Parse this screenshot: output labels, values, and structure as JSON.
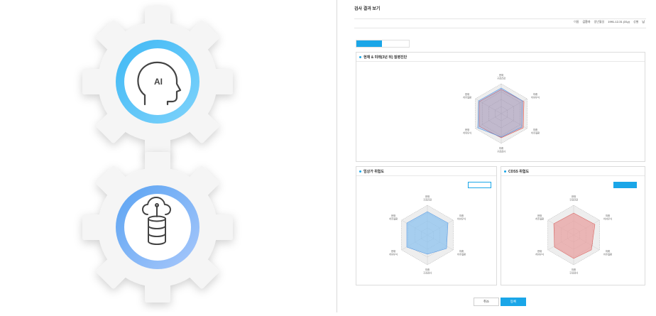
{
  "left": {
    "ai_label": "AI"
  },
  "panel": {
    "title": "검사 결과 보기",
    "info": {
      "name_label": "이름",
      "name_value": "김환자",
      "birth_label": "생년월일",
      "birth_value": "1991-12-31 (31y)",
      "gender_label": "성별",
      "gender_value": "남"
    },
    "cards": {
      "main_title": "현재 & 미래(3년 뒤) 질병진단",
      "clinical_title": "임상가 위험도",
      "cdss_title": "CDSS 위험도"
    },
    "radar_labels": {
      "top": [
        "현재",
        "구강건강"
      ],
      "upper_right": [
        "미래",
        "치아우식"
      ],
      "lower_right": [
        "미래",
        "치주질환"
      ],
      "bottom": [
        "미래",
        "구강검사"
      ],
      "lower_left": [
        "현재",
        "치아우식"
      ],
      "upper_left": [
        "현재",
        "치주질환"
      ]
    },
    "buttons": {
      "cancel": "취소",
      "ok": "등록"
    },
    "colors": {
      "accent": "#1aa6e8",
      "main_red": "#d9534f",
      "main_blue": "#4a90e2",
      "clinical_fill": "#8ec3ef",
      "cdss_fill": "#e8a1a1"
    }
  }
}
